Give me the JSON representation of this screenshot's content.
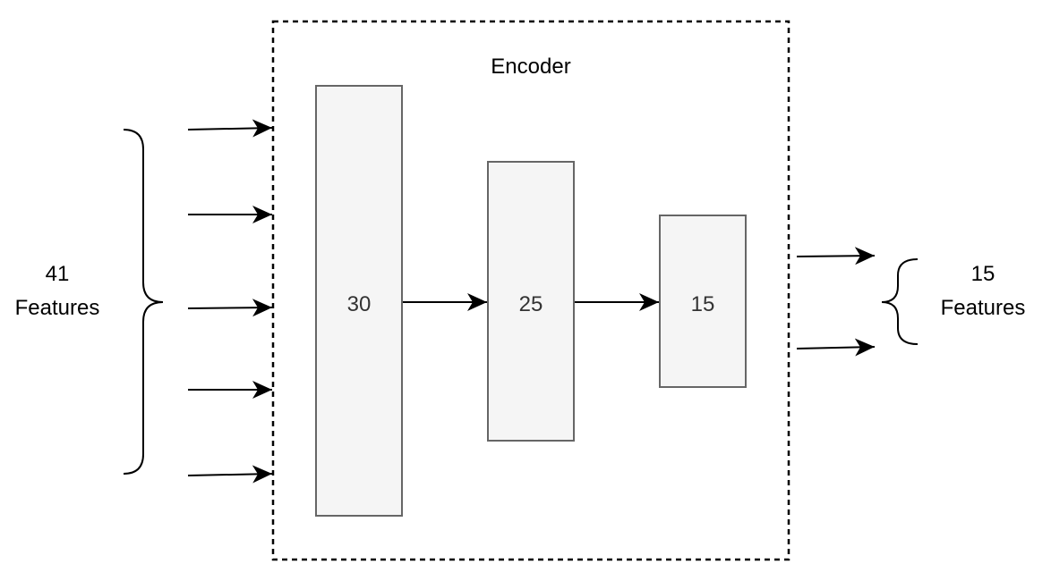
{
  "encoder": {
    "title": "Encoder"
  },
  "layers": [
    {
      "units": "30"
    },
    {
      "units": "25"
    },
    {
      "units": "15"
    }
  ],
  "input": {
    "count": "41",
    "label": "Features"
  },
  "output": {
    "count": "15",
    "label": "Features"
  },
  "colors": {
    "layer_fill": "#f5f5f5",
    "layer_stroke": "#666666",
    "arrow": "#000000",
    "text": "#333333"
  }
}
